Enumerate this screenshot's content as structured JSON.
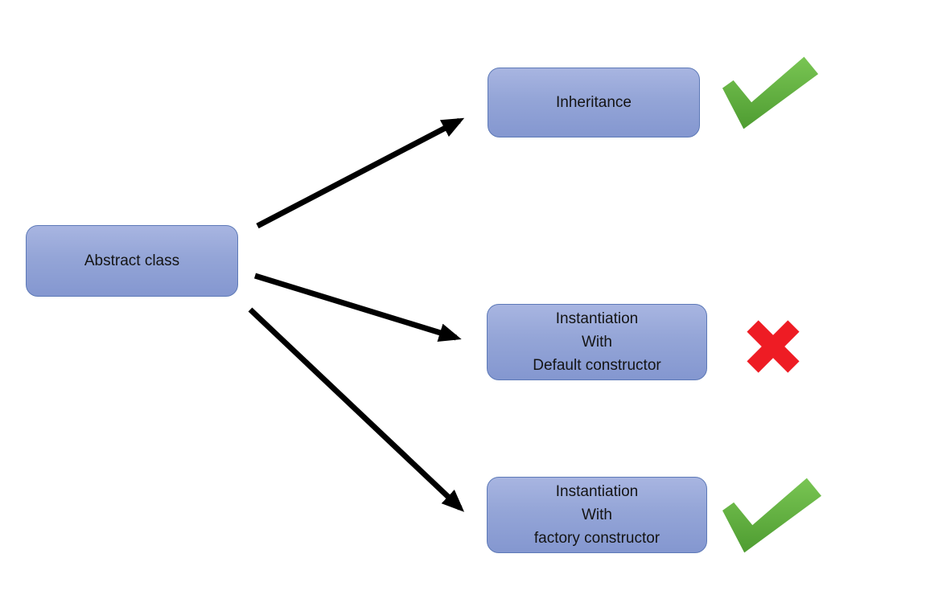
{
  "nodes": {
    "abstract": {
      "label": "Abstract class"
    },
    "inheritance": {
      "label": "Inheritance",
      "status": "allowed"
    },
    "default_ctor": {
      "label": "Instantiation\nWith\nDefault constructor",
      "status": "not-allowed"
    },
    "factory_ctor": {
      "label": "Instantiation\nWith\nfactory constructor",
      "status": "allowed"
    }
  },
  "edges": [
    {
      "from": "abstract",
      "to": "inheritance"
    },
    {
      "from": "abstract",
      "to": "default_ctor"
    },
    {
      "from": "abstract",
      "to": "factory_ctor"
    }
  ],
  "icons": {
    "inheritance_status": "check-icon",
    "default_ctor_status": "cross-icon",
    "factory_ctor_status": "check-icon"
  },
  "colors": {
    "node_fill_top": "#a8b5e1",
    "node_fill_bottom": "#8497d0",
    "node_border": "#5d79b7",
    "node_text": "#141414",
    "arrow": "#000000",
    "check_green_light": "#79c553",
    "check_green_dark": "#4e9c31",
    "cross_red": "#ee1c24",
    "background": "#ffffff"
  }
}
